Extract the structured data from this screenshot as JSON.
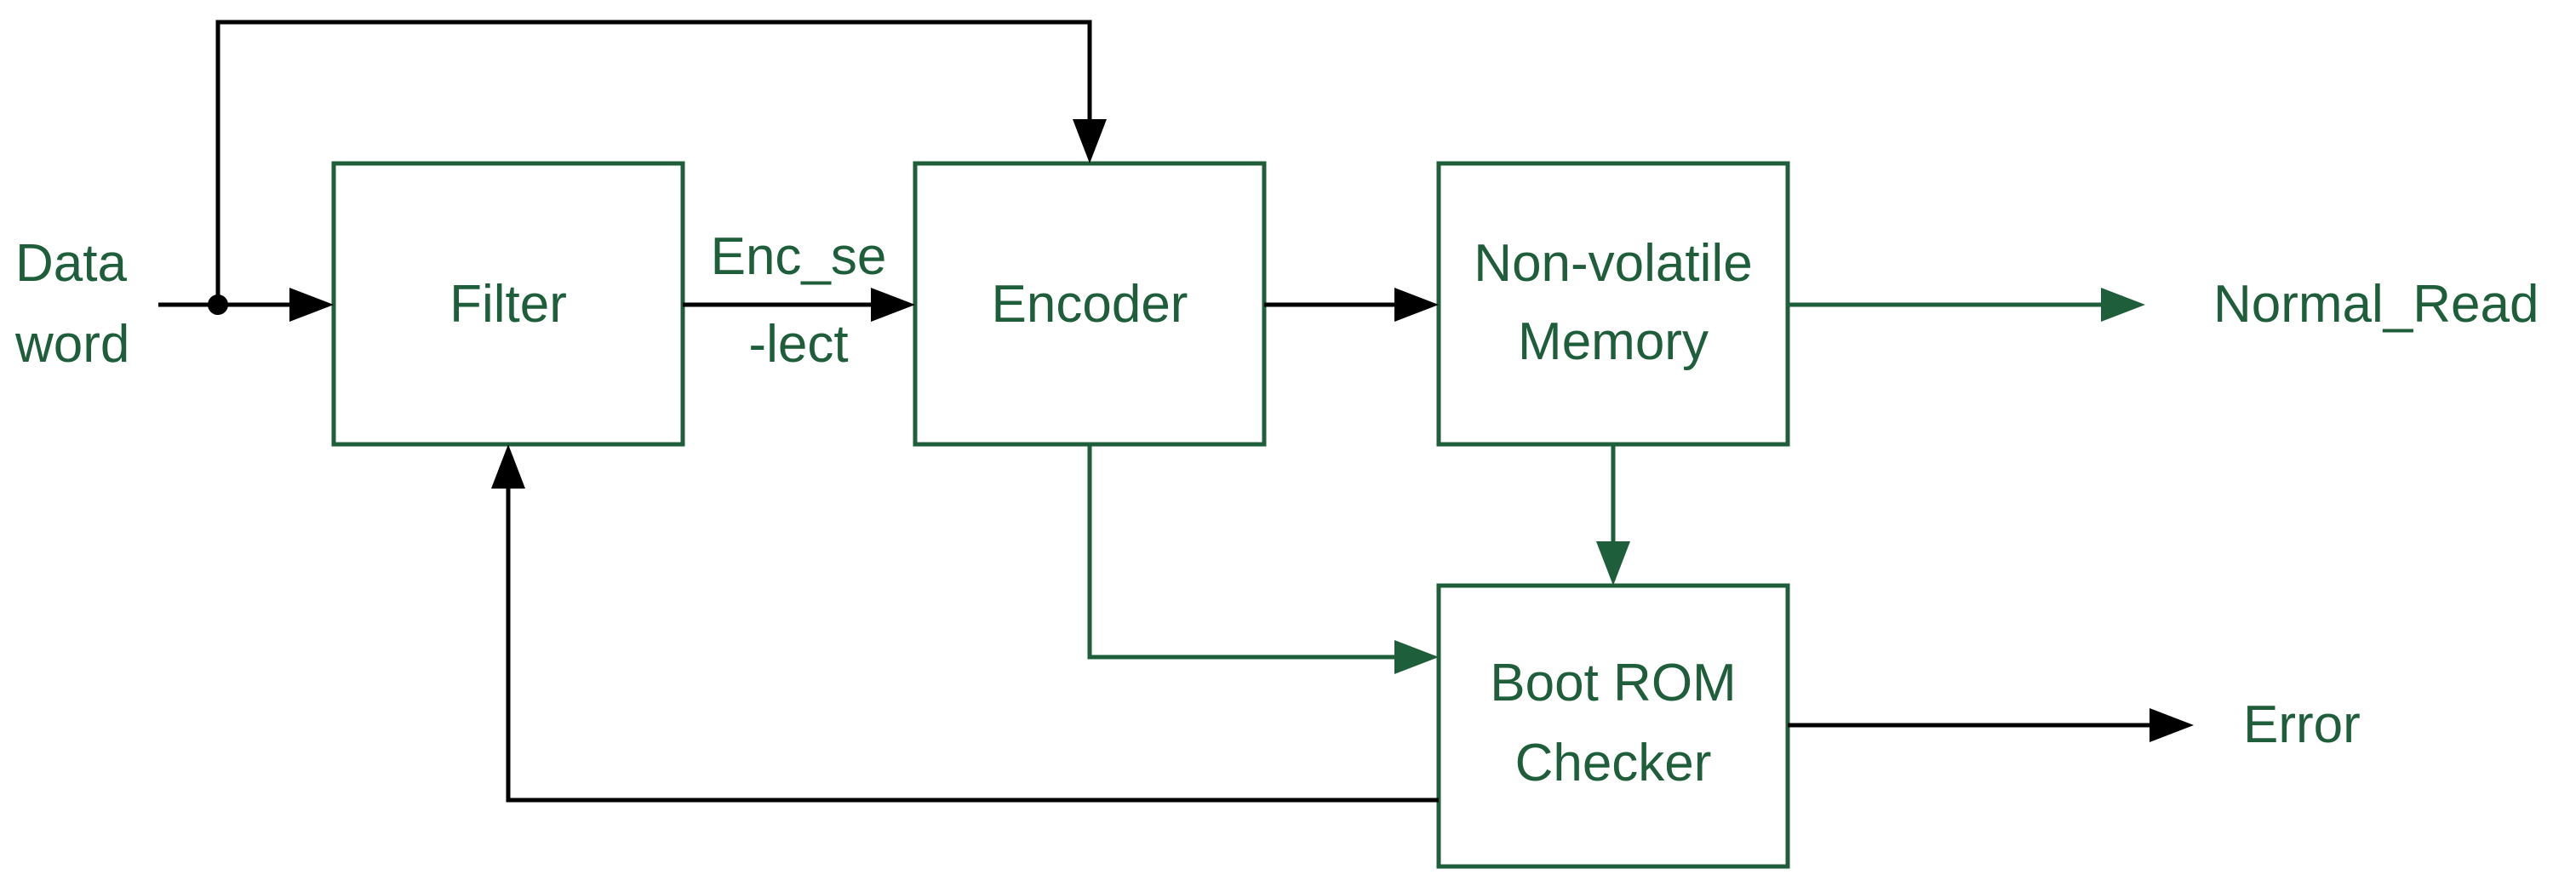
{
  "diagram": {
    "inputs": {
      "data_word_line1": "Data",
      "data_word_line2": "word"
    },
    "blocks": {
      "filter": "Filter",
      "encoder": "Encoder",
      "memory_line1": "Non-volatile",
      "memory_line2": "Memory",
      "checker_line1": "Boot ROM",
      "checker_line2": "Checker"
    },
    "signals": {
      "enc_select_line1": "Enc_se",
      "enc_select_line2": "-lect"
    },
    "outputs": {
      "normal_read": "Normal_Read",
      "error": "Error"
    },
    "colors": {
      "block_border": "#1f5e3a",
      "text": "#1f5e3a",
      "black_wire": "#000000",
      "green_wire": "#1f5e3a"
    }
  }
}
